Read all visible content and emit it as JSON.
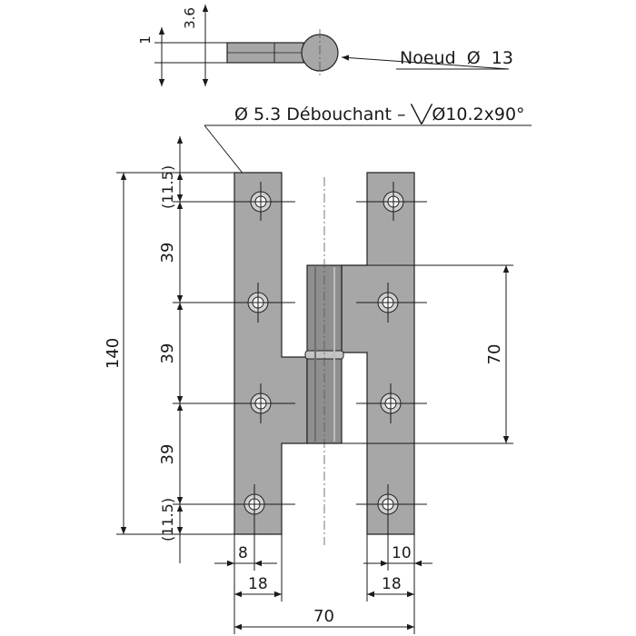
{
  "top_view": {
    "thickness_label": "1",
    "height_label": "3.6",
    "knuckle_label": "Noeud  Ø  13"
  },
  "hole_spec_label": "Ø 5.3 Débouchant – ╲╱Ø10.2x90°",
  "vertical_dims": {
    "overall_height": "140",
    "top_margin": "(11.5)",
    "pitch_1": "39",
    "pitch_2": "39",
    "pitch_3": "39",
    "bottom_margin": "(11.5)",
    "knuckle_length": "70"
  },
  "horizontal_dims": {
    "left_hole_offset": "8",
    "left_leaf_width": "18",
    "right_hole_offset": "10",
    "right_leaf_width": "18",
    "overall_width": "70"
  },
  "colors": {
    "plate": "#a7a7a7",
    "knuckle": "#8f8f8f",
    "line": "#1a1a1a"
  }
}
